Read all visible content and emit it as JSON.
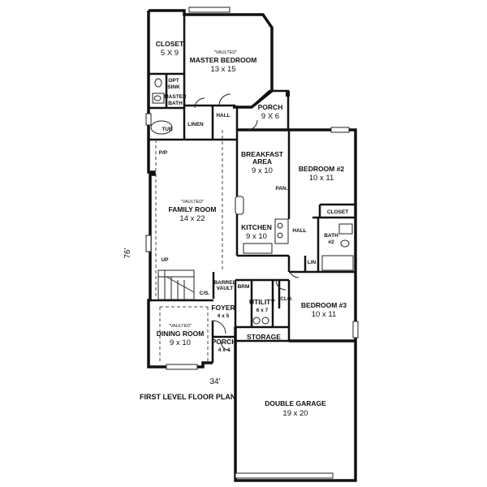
{
  "plan_title": "FIRST LEVEL FLOOR PLAN",
  "overall_width": "34'",
  "overall_depth": "76'",
  "rooms": {
    "closet_master": {
      "name": "CLOSET",
      "size": "5 X 9"
    },
    "master_bedroom": {
      "note": "\"VAULTED\"",
      "name": "MASTER BEDROOM",
      "size": "13 x 15"
    },
    "opt_sink": {
      "name": "OPT SINK"
    },
    "master_bath": {
      "name": "MASTER BATH"
    },
    "tub": {
      "name": "TUB"
    },
    "linen": {
      "name": "LINEN"
    },
    "hall_upper": {
      "name": "HALL"
    },
    "porch_rear": {
      "name": "PORCH",
      "size": "9 X 6"
    },
    "pp": {
      "name": "P/P"
    },
    "breakfast": {
      "name": "BREAKFAST AREA",
      "size": "9 x 10"
    },
    "pan": {
      "name": "PAN."
    },
    "family_room": {
      "note": "\"VAULTED\"",
      "name": "FAMILY ROOM",
      "size": "14 x 22"
    },
    "kitchen": {
      "name": "KITCHEN",
      "size": "9 x 10"
    },
    "bedroom2": {
      "name": "BEDROOM #2",
      "size": "10 x 11"
    },
    "closet_bed2": {
      "name": "CLOSET"
    },
    "hall_side": {
      "name": "HALL"
    },
    "bath2": {
      "name": "BATH",
      "number": "#2"
    },
    "lin": {
      "name": "LIN"
    },
    "up": {
      "name": "UP"
    },
    "cls": {
      "name": "C/S."
    },
    "barrel_vault": {
      "name": "BARREL VAULT"
    },
    "brm": {
      "name": "BRM"
    },
    "clo": {
      "name": "CLO."
    },
    "bedroom3": {
      "name": "BEDROOM #3",
      "size": "10 x 11"
    },
    "foyer": {
      "name": "FOYER",
      "size": "4 x 5"
    },
    "utility": {
      "name": "UTILITY",
      "size": "6 x 7"
    },
    "dining_room": {
      "note": "\"VAULTED\"",
      "name": "DINING ROOM",
      "size": "9 x 10"
    },
    "storage": {
      "name": "STORAGE"
    },
    "porch_front": {
      "name": "PORCH",
      "size": "4 x 4"
    },
    "garage": {
      "name": "DOUBLE GARAGE",
      "size": "19 x 20"
    }
  }
}
